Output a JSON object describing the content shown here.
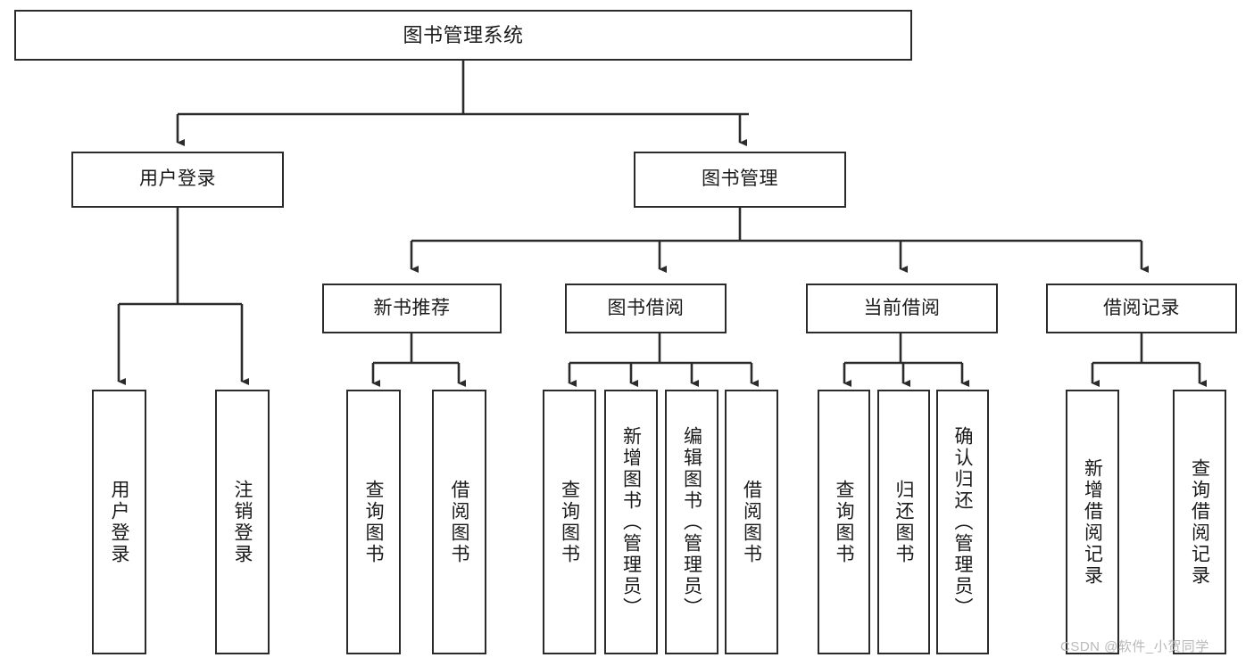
{
  "diagram": {
    "title": "图书管理系统",
    "type": "functional-decomposition-tree",
    "root": {
      "id": "root",
      "label": "图书管理系统"
    },
    "level2": [
      {
        "id": "user-login",
        "label": "用户登录"
      },
      {
        "id": "book-manage",
        "label": "图书管理"
      }
    ],
    "level3": [
      {
        "id": "new-book-recommend",
        "label": "新书推荐",
        "parent": "book-manage"
      },
      {
        "id": "book-borrow",
        "label": "图书借阅",
        "parent": "book-manage"
      },
      {
        "id": "current-borrow",
        "label": "当前借阅",
        "parent": "book-manage"
      },
      {
        "id": "borrow-record",
        "label": "借阅记录",
        "parent": "book-manage"
      }
    ],
    "leaves": {
      "user_login": [
        {
          "id": "leaf-user-login",
          "label": "用户登录"
        },
        {
          "id": "leaf-logout-login",
          "label": "注销登录"
        }
      ],
      "new_book_recommend": [
        {
          "id": "leaf-query-book-1",
          "label": "查询图书"
        },
        {
          "id": "leaf-borrow-book-1",
          "label": "借阅图书"
        }
      ],
      "book_borrow": [
        {
          "id": "leaf-query-book-2",
          "label": "查询图书"
        },
        {
          "id": "leaf-add-book",
          "label": "新增图书（管理员）"
        },
        {
          "id": "leaf-edit-book",
          "label": "编辑图书（管理员）"
        },
        {
          "id": "leaf-borrow-book-2",
          "label": "借阅图书"
        }
      ],
      "current_borrow": [
        {
          "id": "leaf-query-book-3",
          "label": "查询图书"
        },
        {
          "id": "leaf-return-book",
          "label": "归还图书"
        },
        {
          "id": "leaf-confirm-return",
          "label": "确认归还（管理员）"
        }
      ],
      "borrow_record": [
        {
          "id": "leaf-add-record",
          "label": "新增借阅记录"
        },
        {
          "id": "leaf-query-record",
          "label": "查询借阅记录"
        }
      ]
    },
    "colors": {
      "stroke": "#2b2b2b",
      "background": "#ffffff",
      "text": "#1a1a1a",
      "watermark": "#b9b9b9"
    }
  },
  "watermark": {
    "text": "CSDN @软件_小贺同学"
  }
}
